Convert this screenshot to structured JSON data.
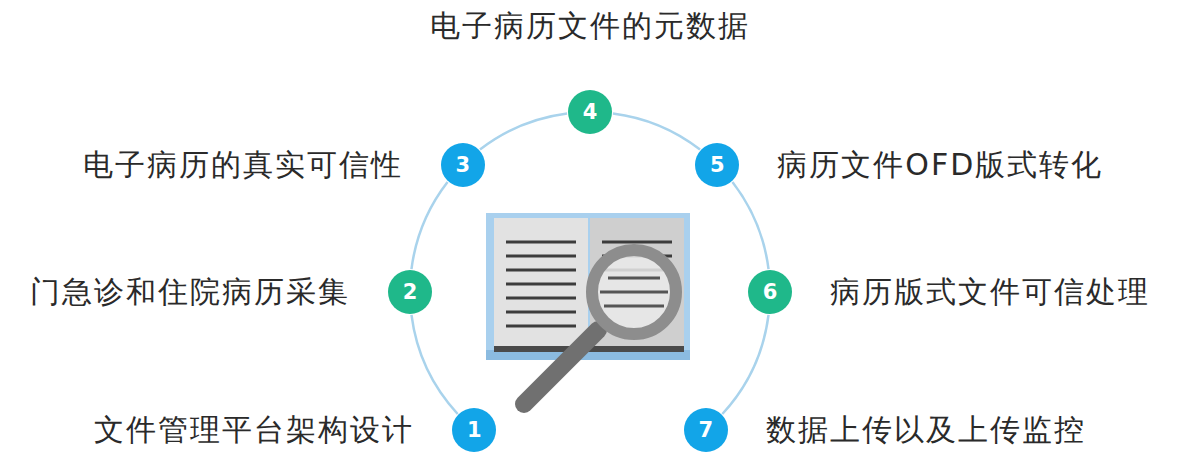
{
  "diagram": {
    "nodes": [
      {
        "text": [
          "1",
          "文件管理平台架构设计"
        ]
      },
      {
        "text": [
          "2",
          "门急诊和住院病历采集"
        ]
      },
      {
        "text": [
          "3",
          "电子病历的真实可信性"
        ]
      },
      {
        "text": [
          "4",
          "电子病历文件的元数据"
        ]
      },
      {
        "text": [
          "5",
          "病历文件OFD版式转化"
        ]
      },
      {
        "text": [
          "6",
          "病历版式文件可信处理"
        ]
      },
      {
        "text": [
          "7",
          "数据上传以及上传监控"
        ]
      }
    ],
    "edges": [
      {
        "from": 0,
        "to": 1,
        "arrow": "none"
      },
      {
        "from": 1,
        "to": 2,
        "arrow": "none"
      },
      {
        "from": 2,
        "to": 3,
        "arrow": "none"
      },
      {
        "from": 3,
        "to": 4,
        "arrow": "none"
      },
      {
        "from": 4,
        "to": 5,
        "arrow": "none"
      },
      {
        "from": 5,
        "to": 6,
        "arrow": "none"
      }
    ]
  }
}
